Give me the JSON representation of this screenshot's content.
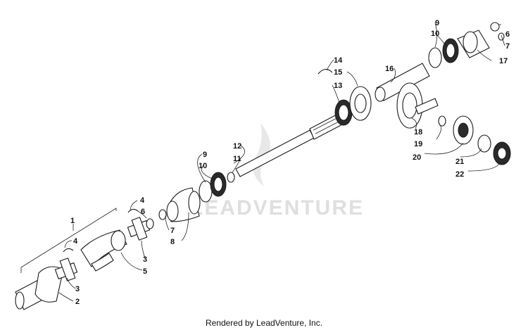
{
  "diagram": {
    "callouts": [
      "1",
      "2",
      "3",
      "3",
      "4",
      "4",
      "5",
      "6",
      "6",
      "7",
      "7",
      "8",
      "9",
      "9",
      "10",
      "10",
      "11",
      "12",
      "13",
      "14",
      "15",
      "16",
      "17",
      "18",
      "19",
      "20",
      "21",
      "22"
    ],
    "watermark": "LEADVENTURE"
  },
  "footer": {
    "text": "Rendered by LeadVenture, Inc."
  }
}
